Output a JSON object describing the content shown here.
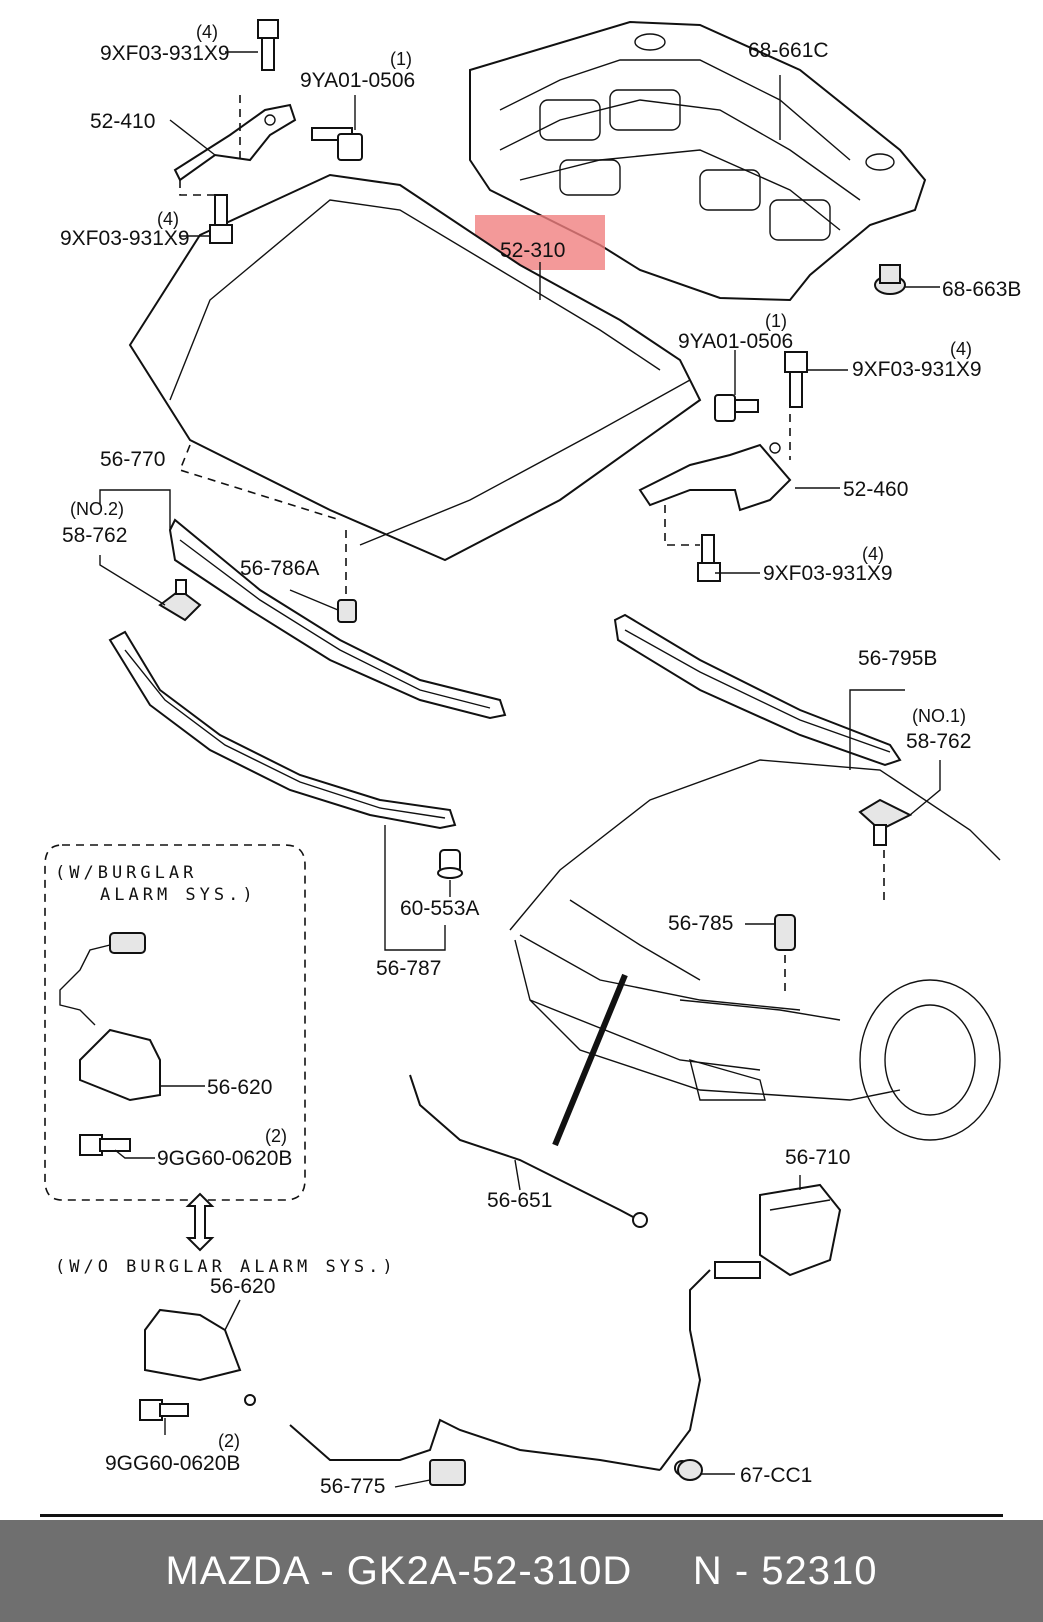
{
  "labels": {
    "p1_qty": "(4)",
    "p1": "9XF03-931X9",
    "p2_qty": "(1)",
    "p2": "9YA01-0506",
    "p3": "52-410",
    "p4_qty": "(4)",
    "p4": "9XF03-931X9",
    "p5": "68-661C",
    "p6": "52-310",
    "p7": "68-663B",
    "p8_qty": "(1)",
    "p8": "9YA01-0506",
    "p9_qty": "(4)",
    "p9": "9XF03-931X9",
    "p10": "52-460",
    "p11_qty": "(4)",
    "p11": "9XF03-931X9",
    "p12": "56-770",
    "p13_note": "(NO.2)",
    "p13": "58-762",
    "p14": "56-786A",
    "p15": "56-795B",
    "p16_note": "(NO.1)",
    "p16": "58-762",
    "p17": "60-553A",
    "p18": "56-787",
    "p19": "56-785",
    "alarm_title_1": "(W/BURGLAR",
    "alarm_title_2": "ALARM SYS.)",
    "p20": "56-620",
    "p21_qty": "(2)",
    "p21": "9GG60-0620B",
    "no_alarm_title": "(W/O BURGLAR ALARM SYS.)",
    "p22": "56-620",
    "p23_qty": "(2)",
    "p23": "9GG60-0620B",
    "p24": "56-651",
    "p25": "56-710",
    "p26": "56-775",
    "p27": "67-CC1"
  },
  "highlight": {
    "part": "52-310",
    "color": "#f08080"
  },
  "footer": {
    "text": "MAZDA - GK2A-52-310D     N - 52310",
    "background": "#6f6f6f"
  }
}
